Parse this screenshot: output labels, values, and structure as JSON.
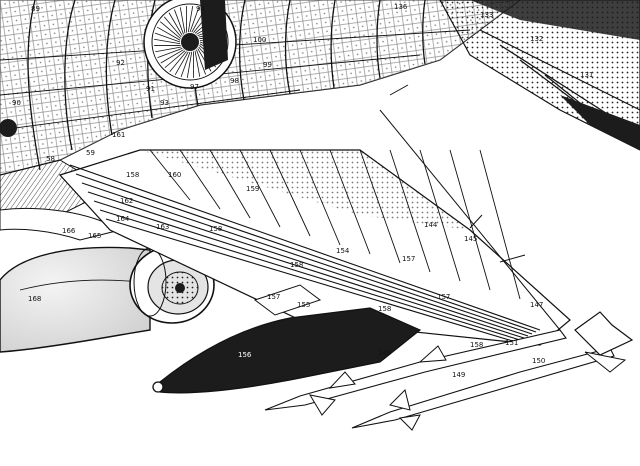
{
  "colors": {
    "ink": "#111111",
    "paper": "#ffffff",
    "fill_dark": "#1c1c1c",
    "fill_mid": "#8a8a8a",
    "fill_light": "#e4e4e4"
  },
  "callouts": [
    {
      "id": "c89",
      "text": "89"
    },
    {
      "id": "c94",
      "text": "94"
    },
    {
      "id": "c100",
      "text": "100"
    },
    {
      "id": "c99",
      "text": "99"
    },
    {
      "id": "c98",
      "text": "98"
    },
    {
      "id": "c97",
      "text": "97"
    },
    {
      "id": "c91",
      "text": "91"
    },
    {
      "id": "c90",
      "text": "90"
    },
    {
      "id": "c92",
      "text": "92"
    },
    {
      "id": "c93",
      "text": "93"
    },
    {
      "id": "c136",
      "text": "136"
    },
    {
      "id": "c133",
      "text": "133"
    },
    {
      "id": "c132",
      "text": "132"
    },
    {
      "id": "c131",
      "text": "131"
    },
    {
      "id": "c58",
      "text": "58"
    },
    {
      "id": "c59",
      "text": "59"
    },
    {
      "id": "c161",
      "text": "161"
    },
    {
      "id": "c160",
      "text": "160"
    },
    {
      "id": "c158a",
      "text": "158"
    },
    {
      "id": "c159",
      "text": "159"
    },
    {
      "id": "c162",
      "text": "162"
    },
    {
      "id": "c164",
      "text": "164"
    },
    {
      "id": "c163",
      "text": "163"
    },
    {
      "id": "c158b",
      "text": "158"
    },
    {
      "id": "c166",
      "text": "166"
    },
    {
      "id": "c165",
      "text": "165"
    },
    {
      "id": "c168",
      "text": "168"
    },
    {
      "id": "c144",
      "text": "144"
    },
    {
      "id": "c145",
      "text": "145"
    },
    {
      "id": "c154",
      "text": "154"
    },
    {
      "id": "c157a",
      "text": "157"
    },
    {
      "id": "c158c",
      "text": "158"
    },
    {
      "id": "c157b",
      "text": "157"
    },
    {
      "id": "c155",
      "text": "155"
    },
    {
      "id": "c158d",
      "text": "158"
    },
    {
      "id": "c157c",
      "text": "157"
    },
    {
      "id": "c147",
      "text": "147"
    },
    {
      "id": "c156",
      "text": "156"
    },
    {
      "id": "c149a",
      "text": "149"
    },
    {
      "id": "c151",
      "text": "151"
    },
    {
      "id": "c150",
      "text": "150"
    },
    {
      "id": "c149b",
      "text": "149"
    },
    {
      "id": "c158e",
      "text": "158"
    }
  ]
}
